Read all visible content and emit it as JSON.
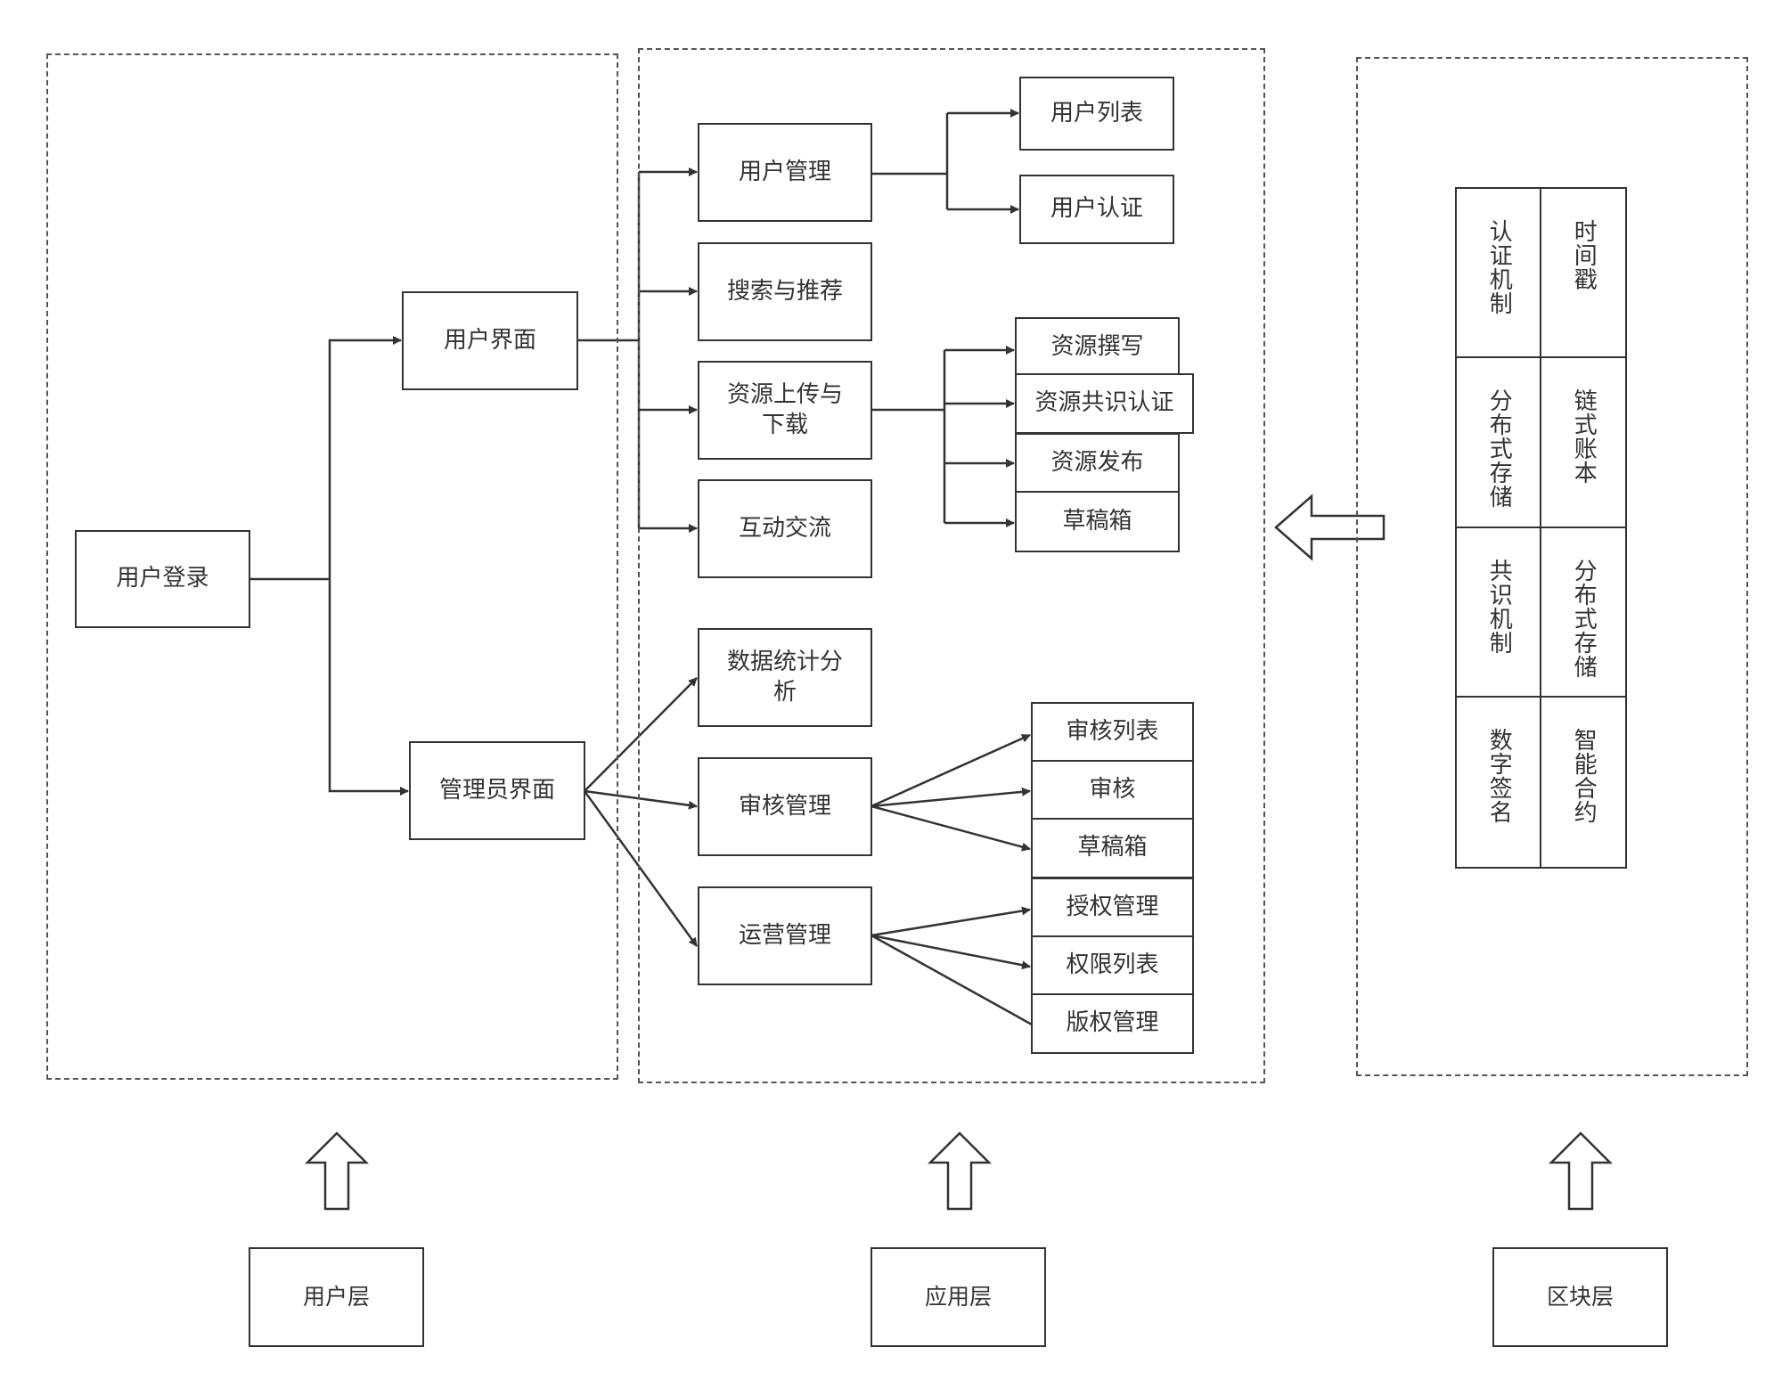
{
  "layers": {
    "user_layer": "用户层",
    "app_layer": "应用层",
    "block_layer": "区块层"
  },
  "user_layer_nodes": {
    "login": "用户登录",
    "user_interface": "用户界面",
    "admin_interface": "管理员界面"
  },
  "app_layer_nodes": {
    "user_management": "用户管理",
    "search_recommend": "搜索与推荐",
    "resource_upload_line1": "资源上传与",
    "resource_upload_line2": "下载",
    "interaction": "互动交流",
    "stats_line1": "数据统计分",
    "stats_line2": "析",
    "review_management": "审核管理",
    "operation_management": "运营管理"
  },
  "app_layer_leaves": {
    "user_list": "用户列表",
    "user_auth": "用户认证",
    "resource_write": "资源撰写",
    "resource_consensus_auth": "资源共识认证",
    "resource_publish": "资源发布",
    "drafts_1": "草稿箱",
    "review_list": "审核列表",
    "review": "审核",
    "drafts_2": "草稿箱",
    "authorization_management": "授权管理",
    "permission_list": "权限列表",
    "copyright_management": "版权管理"
  },
  "block_layer_grid": {
    "auth_mechanism": "认证机制",
    "timestamp": "时间戳",
    "distributed_storage_1": "分布式存储",
    "chain_ledger": "链式账本",
    "consensus_mechanism": "共识机制",
    "distributed_storage_2": "分布式存储",
    "digital_signature": "数字签名",
    "smart_contract": "智能合约"
  },
  "colors": {
    "stroke": "#333333",
    "dashed_border": "#555555",
    "background": "#ffffff"
  }
}
